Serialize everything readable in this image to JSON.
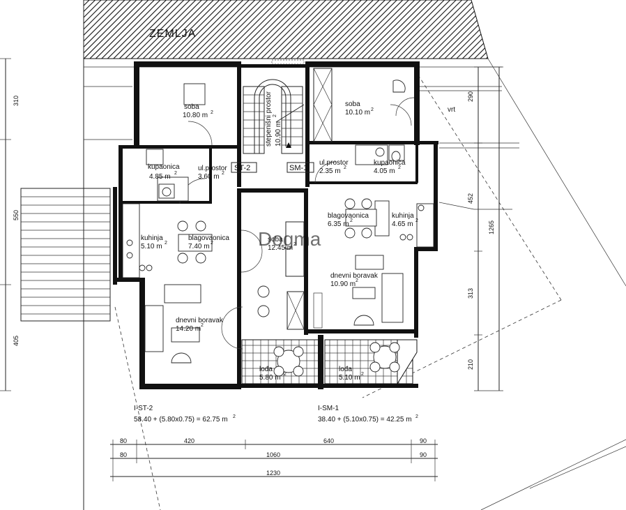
{
  "title_zemlja": "ZEMLJA",
  "rooms": {
    "soba_left": {
      "name": "soba",
      "area": "10.80 m"
    },
    "stair": {
      "name": "stepenišni prostor",
      "area": "10.90 m"
    },
    "soba_right": {
      "name": "soba",
      "area": "10.10 m"
    },
    "vrt": {
      "name": "vrt"
    },
    "kupaonica_left": {
      "name": "kupaonica",
      "area": "4.85 m"
    },
    "ulprostor_left": {
      "name": "ul.prostor",
      "area": "3.60 m"
    },
    "ulprostor_right": {
      "name": "ul.prostor",
      "area": "2.35 m"
    },
    "kupaonica_right": {
      "name": "kupaonica",
      "area": "4.05 m"
    },
    "kuhinja_left": {
      "name": "kuhinja",
      "area": "5.10 m"
    },
    "blagovaonica_left": {
      "name": "blagovaonica",
      "area": "7.40 m"
    },
    "soba_mid": {
      "name": "soba",
      "area": "12.45 m"
    },
    "blagovaonica_right": {
      "name": "blagovaonica",
      "area": "6.35 m"
    },
    "kuhinja_right": {
      "name": "kuhinja",
      "area": "4.65 m"
    },
    "boravak_left": {
      "name": "dnevni boravak",
      "area": "14.20 m"
    },
    "boravak_right": {
      "name": "dnevni boravak",
      "area": "10.90 m"
    },
    "lodja_left": {
      "name": "lođa",
      "area": "5.80 m"
    },
    "lodja_right": {
      "name": "lođa",
      "area": "5.10 m"
    }
  },
  "superscript": "2",
  "unit_tags": {
    "st2": "ST-2",
    "sm1": "SM-1"
  },
  "summary": {
    "st2_label": "I-ST-2",
    "st2_formula": "58.40 + (5.80x0.75) = 62.75 m",
    "sm1_label": "I-SM-1",
    "sm1_formula": "38.40 + (5.10x0.75) = 42.25 m"
  },
  "dims_bottom": {
    "row1": [
      "80",
      "420",
      "640",
      "90"
    ],
    "row2": [
      "80",
      "1060",
      "90"
    ],
    "row3": [
      "1230"
    ]
  },
  "dims_left": [
    "310",
    "550",
    "405"
  ],
  "dims_right": [
    "290",
    "452",
    "313",
    "210",
    "1265"
  ],
  "watermark": "Dogma"
}
